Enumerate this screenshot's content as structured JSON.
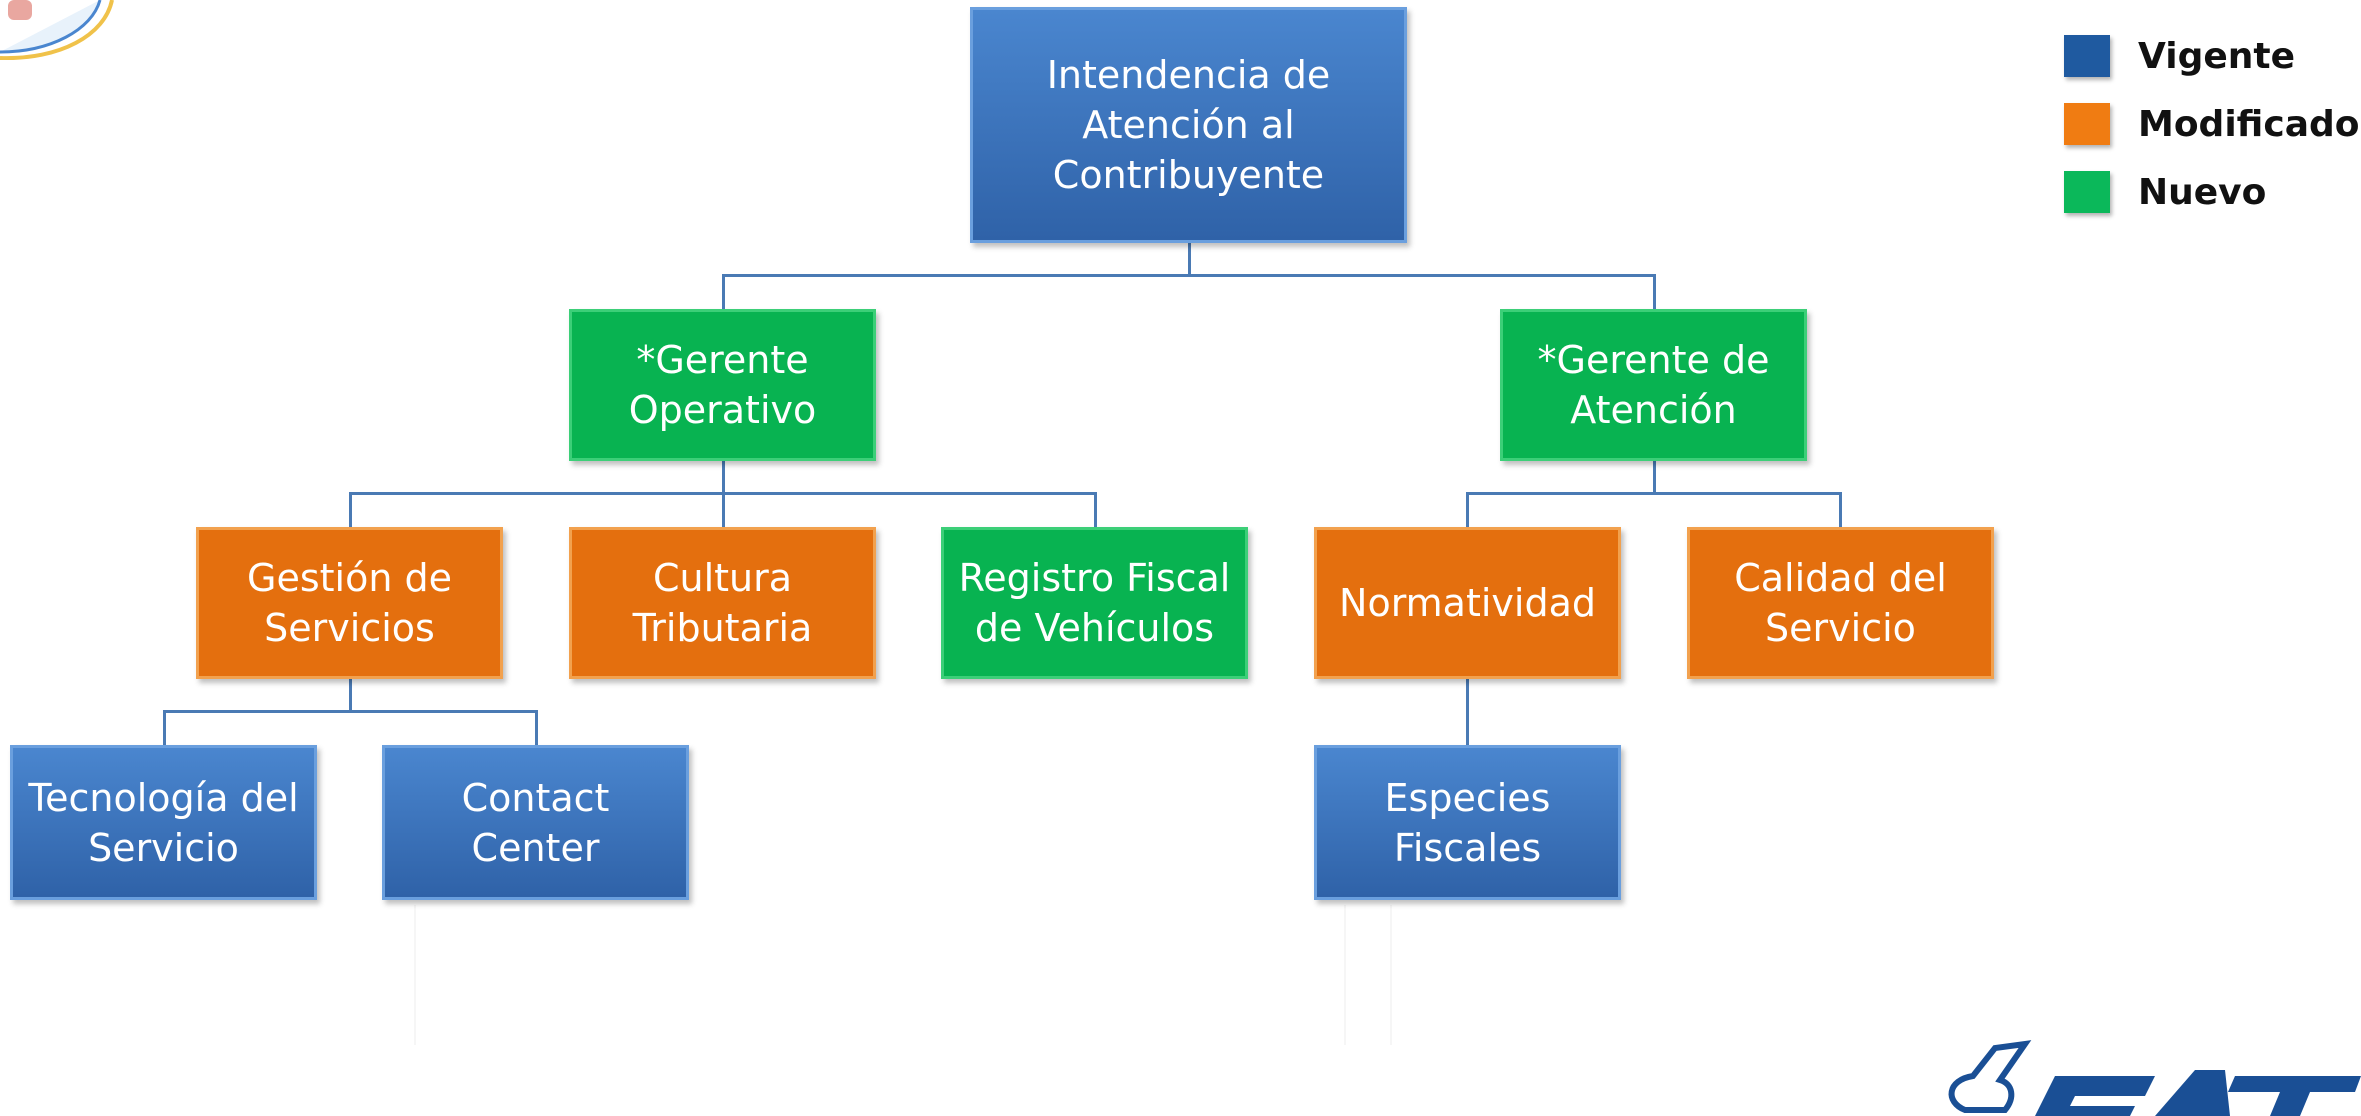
{
  "colors": {
    "vigente": "#2f62a8",
    "modificado": "#e46f0e",
    "nuevo": "#08b351",
    "connector": "#4a7ab4"
  },
  "legend": [
    {
      "label": "Vigente",
      "color": "#1f5aa0"
    },
    {
      "label": "Modificado",
      "color": "#f07c12"
    },
    {
      "label": "Nuevo",
      "color": "#0bb85a"
    }
  ],
  "nodes": {
    "intendencia": {
      "lines": [
        "Intendencia de",
        "Atención al",
        "Contribuyente"
      ],
      "status": "Vigente"
    },
    "gerente_operativo": {
      "lines": [
        "*Gerente",
        "Operativo"
      ],
      "status": "Nuevo"
    },
    "gerente_atencion": {
      "lines": [
        "*Gerente de",
        "Atención"
      ],
      "status": "Nuevo"
    },
    "gestion_servicios": {
      "lines": [
        "Gestión de",
        "Servicios"
      ],
      "status": "Modificado"
    },
    "cultura_tributaria": {
      "lines": [
        "Cultura",
        "Tributaria"
      ],
      "status": "Modificado"
    },
    "registro_fiscal": {
      "lines": [
        "Registro Fiscal",
        "de Vehículos"
      ],
      "status": "Nuevo"
    },
    "normatividad": {
      "lines": [
        "Normatividad"
      ],
      "status": "Modificado"
    },
    "calidad_servicio": {
      "lines": [
        "Calidad del",
        "Servicio"
      ],
      "status": "Modificado"
    },
    "tecnologia_servicio": {
      "lines": [
        "Tecnología del",
        "Servicio"
      ],
      "status": "Vigente"
    },
    "contact_center": {
      "lines": [
        "Contact Center"
      ],
      "status": "Vigente"
    },
    "especies_fiscales": {
      "lines": [
        "Especies",
        "Fiscales"
      ],
      "status": "Vigente"
    }
  }
}
